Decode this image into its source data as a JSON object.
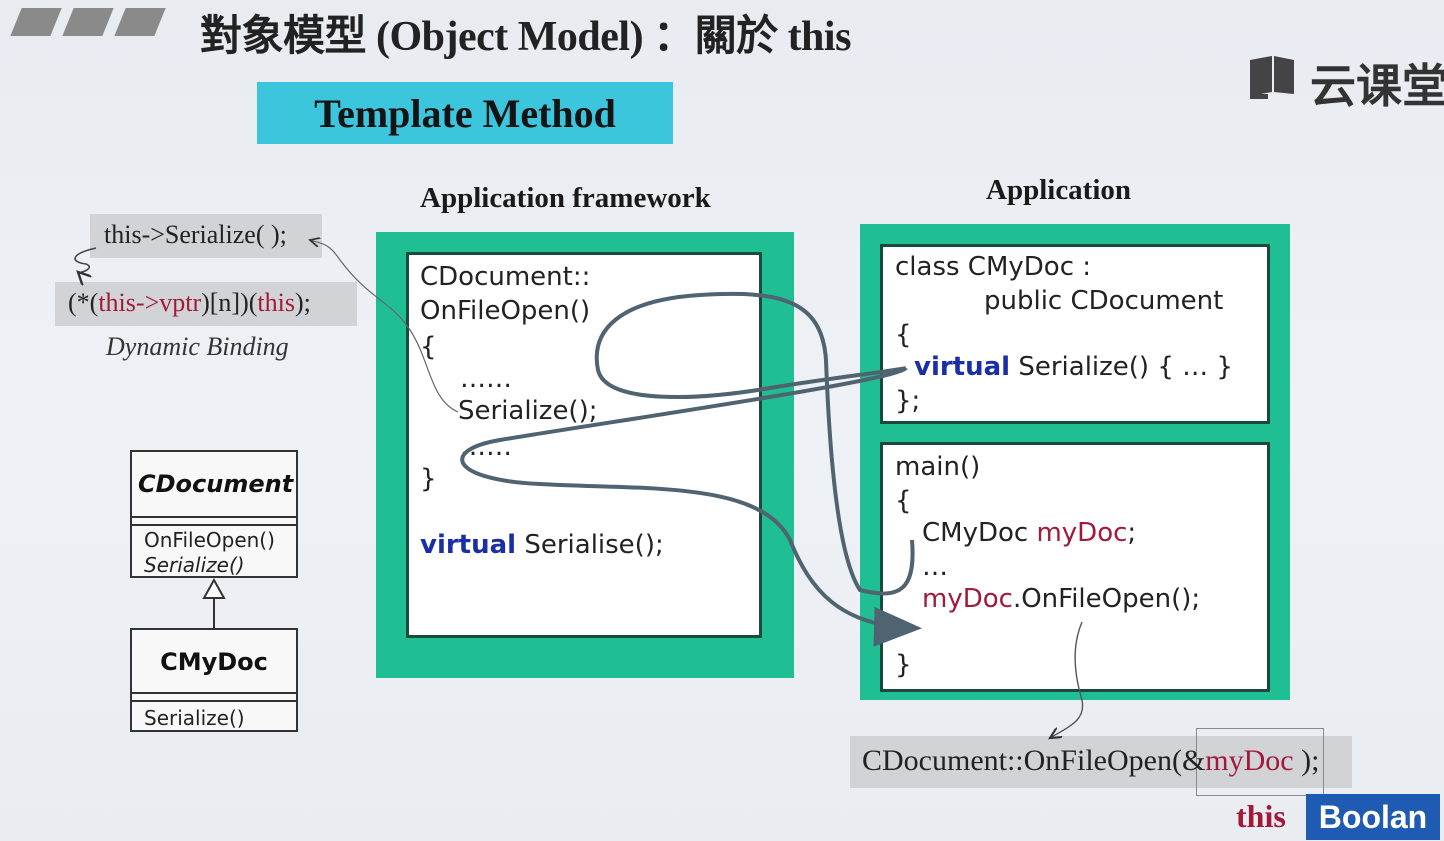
{
  "title": "對象模型 (Object Model) ：關於 this",
  "logo": "云课堂",
  "banner": "Template Method",
  "left_code": {
    "line1": "this->Serialize( );",
    "line2_prefix": "(*(",
    "line2_this1": "this",
    "line2_mid": "->vptr",
    "line2_bracket": ")[n])(",
    "line2_this2": "this",
    "line2_suffix": ");",
    "caption": "Dynamic Binding"
  },
  "uml": {
    "base_class": "CDocument",
    "base_member1": "OnFileOpen()",
    "base_member2": "Serialize()",
    "derived_class": "CMyDoc",
    "derived_member1": "Serialize()"
  },
  "framework": {
    "heading": "Application framework",
    "l1": "CDocument::",
    "l2": "OnFileOpen()",
    "l3": "{",
    "l4": "……",
    "l5": "Serialize();",
    "l6": "……",
    "l7": "}",
    "virtual_kw": "virtual",
    "virtual_rest": " Serialise();"
  },
  "application": {
    "heading": "Application",
    "c1": "class CMyDoc :",
    "c2": "public CDocument",
    "c3": "{",
    "c4_kw": "virtual",
    "c4_rest": " Serialize() { … }",
    "c5": "};",
    "m1": "main()",
    "m2": "{",
    "m3_type": "CMyDoc ",
    "m3_var": "myDoc",
    "m3_end": ";",
    "m4": "…",
    "m5_var": "myDoc",
    "m5_rest": ".OnFileOpen();",
    "m6": "}"
  },
  "bottom_call": {
    "prefix": "CDocument::OnFileOpen(",
    "amp": "&",
    "arg": "myDoc",
    "suffix": " );"
  },
  "this_label": "this",
  "brand": "Boolan",
  "colors": {
    "banner": "#3cc6de",
    "frame_green": "#1fbf93",
    "keyword_blue": "#1a2ea8",
    "highlight_red": "#a11a3a",
    "brand_blue": "#1f5bb3"
  }
}
